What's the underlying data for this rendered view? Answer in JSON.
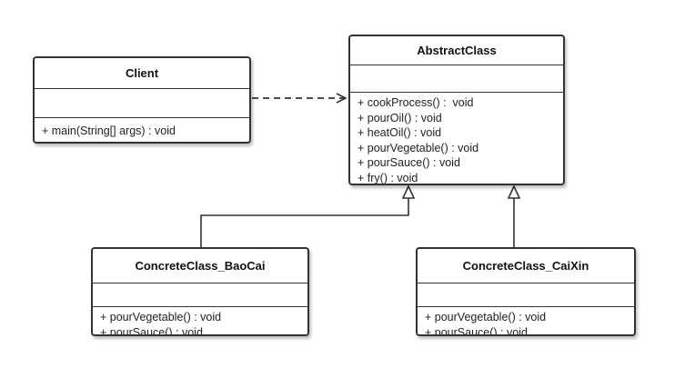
{
  "diagram": {
    "classes": {
      "client": {
        "name": "Client",
        "operations": [
          "+ main(String[] args) : void"
        ]
      },
      "abstract_class": {
        "name": "AbstractClass",
        "operations": [
          "+ cookProcess() :  void",
          "+ pourOil() : void",
          "+ heatOil() : void",
          "+ pourVegetable() : void",
          "+ pourSauce() : void",
          "+ fry() : void"
        ]
      },
      "baocai": {
        "name": "ConcreteClass_BaoCai",
        "operations": [
          "+ pourVegetable() : void",
          "+ pourSauce() : void"
        ]
      },
      "caixin": {
        "name": "ConcreteClass_CaiXin",
        "operations": [
          "+ pourVegetable() : void",
          "+ pourSauce() : void"
        ]
      }
    },
    "relations": [
      {
        "type": "dependency",
        "from": "Client",
        "to": "AbstractClass"
      },
      {
        "type": "generalization",
        "from": "ConcreteClass_BaoCai",
        "to": "AbstractClass"
      },
      {
        "type": "generalization",
        "from": "ConcreteClass_CaiXin",
        "to": "AbstractClass"
      }
    ],
    "colors": {
      "line": "#333333",
      "text": "#222222",
      "background": "#ffffff"
    }
  }
}
